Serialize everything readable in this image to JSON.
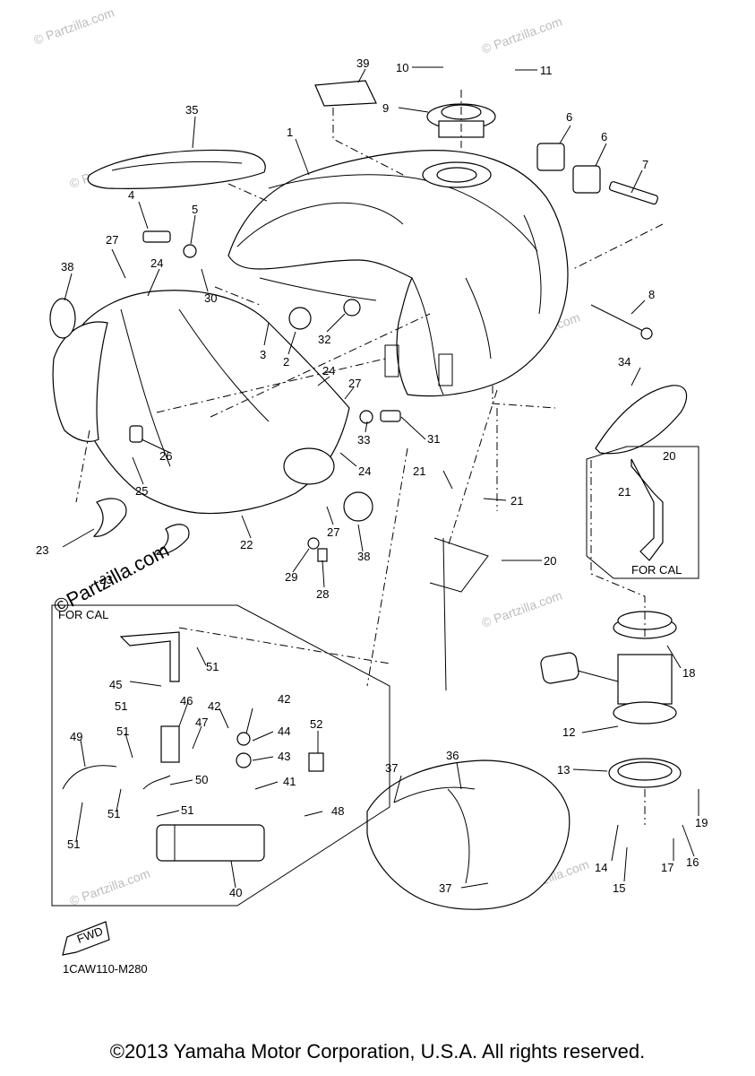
{
  "callouts": {
    "c1": "1",
    "c2": "2",
    "c3": "3",
    "c4": "4",
    "c5": "5",
    "c6a": "6",
    "c6b": "6",
    "c7": "7",
    "c8": "8",
    "c9": "9",
    "c10": "10",
    "c11": "11",
    "c12": "12",
    "c13": "13",
    "c14": "14",
    "c15": "15",
    "c16": "16",
    "c17": "17",
    "c18": "18",
    "c19": "19",
    "c20a": "20",
    "c20b": "20",
    "c21a": "21",
    "c21b": "21",
    "c21c": "21",
    "c22": "22",
    "c23a": "23",
    "c23b": "23",
    "c24a": "24",
    "c24b": "24",
    "c24c": "24",
    "c25": "25",
    "c26": "26",
    "c27a": "27",
    "c27b": "27",
    "c27c": "27",
    "c28": "28",
    "c29": "29",
    "c30": "30",
    "c31": "31",
    "c32": "32",
    "c33": "33",
    "c34": "34",
    "c35": "35",
    "c36": "36",
    "c37a": "37",
    "c37b": "37",
    "c38a": "38",
    "c38b": "38",
    "c39": "39",
    "c40": "40",
    "c41": "41",
    "c42a": "42",
    "c42b": "42",
    "c43": "43",
    "c44": "44",
    "c45": "45",
    "c46": "46",
    "c47": "47",
    "c48": "48",
    "c49": "49",
    "c50": "50",
    "c51a": "51",
    "c51b": "51",
    "c51c": "51",
    "c51d": "51",
    "c51e": "51",
    "c51f": "51",
    "c52": "52"
  },
  "box_labels": {
    "for_cal_right": "FOR CAL",
    "for_cal_left": "FOR CAL"
  },
  "watermarks": {
    "small": "© Partzilla.com",
    "large": "©Partzilla.com"
  },
  "fwd_label": "FWD",
  "diagram_code": "1CAW110-M280",
  "copyright": "©2013 Yamaha Motor Corporation, U.S.A. All rights reserved."
}
